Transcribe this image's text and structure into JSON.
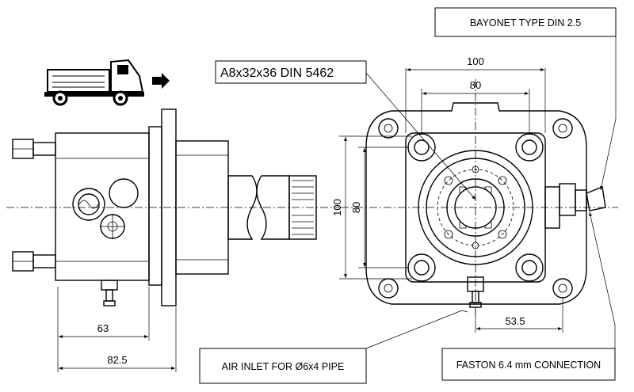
{
  "callouts": {
    "bayonet": "BAYONET TYPE DIN 2.5",
    "spline": "A8x32x36 DIN 5462",
    "air_inlet": "AIR INLET FOR Ø6x4 PIPE",
    "faston": "FASTON 6.4 mm  CONNECTION"
  },
  "dimensions": {
    "front_width_outer": "100",
    "front_width_inner": "80",
    "front_height_outer": "100",
    "front_height_inner": "80",
    "front_offset": "53.5",
    "side_length_short": "63",
    "side_length_long": "82.5"
  },
  "icons": {
    "vehicle": "dump-truck-icon",
    "direction": "arrow-right-icon"
  }
}
